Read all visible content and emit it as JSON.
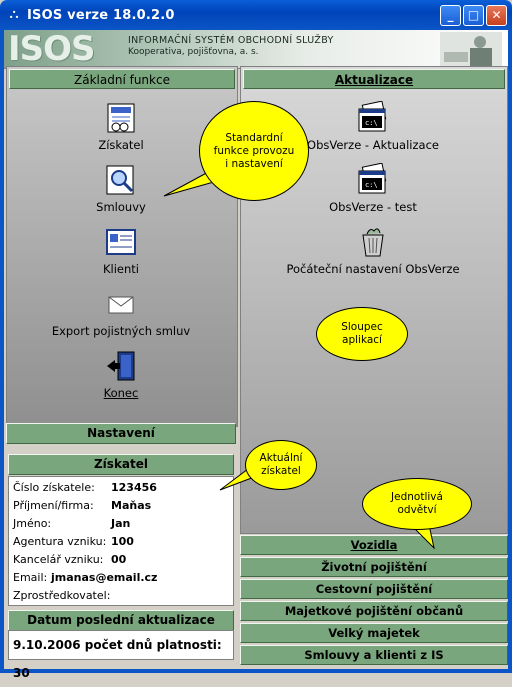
{
  "window": {
    "title": "ISOS  verze 18.0.2.0",
    "buttons": [
      "minimize",
      "maximize",
      "close"
    ]
  },
  "banner": {
    "logo": "ISOS",
    "title": "INFORMAČNÍ SYSTÉM OBCHODNÍ SLUŽBY",
    "subtitle": "Kooperativa, pojišťovna, a. s."
  },
  "left_panel": {
    "header": "Základní funkce",
    "items": [
      {
        "label": "Získatel",
        "icon": "notebook-icon"
      },
      {
        "label": "Smlouvy",
        "icon": "magnifier-document-icon"
      },
      {
        "label": "Klienti",
        "icon": "card-icon"
      },
      {
        "label": "Export pojistných smluv",
        "icon": "envelope-icon"
      },
      {
        "label": "Konec",
        "icon": "exit-door-icon"
      }
    ]
  },
  "right_panel": {
    "header": "Aktualizace",
    "items": [
      {
        "label": "ObsVerze - Aktualizace",
        "icon": "cmd-window-icon"
      },
      {
        "label": "ObsVerze - test",
        "icon": "cmd-window-icon"
      },
      {
        "label": "Počáteční nastavení ObsVerze",
        "icon": "recycle-bin-icon"
      }
    ]
  },
  "nastaveni": {
    "label": "Nastavení"
  },
  "ziskatel": {
    "header": "Získatel",
    "rows": [
      {
        "label": "Číslo získatele:",
        "value": "123456"
      },
      {
        "label": "Příjmení/firma:",
        "value": "Maňas"
      },
      {
        "label": "Jméno:",
        "value": "Jan"
      },
      {
        "label": "Agentura vzniku:",
        "value": "100"
      },
      {
        "label": "Kancelář vzniku:",
        "value": "00"
      },
      {
        "label": "Email:",
        "value": "jmanas@email.cz"
      },
      {
        "label": "Zprostředkovatel:",
        "value": ""
      }
    ]
  },
  "aktualizace_datum": {
    "header": "Datum poslední aktualizace",
    "text": "9.10.2006 počet dnů platnosti: 30"
  },
  "nav_buttons": [
    "Vozidla",
    "Životní pojištění",
    "Cestovní pojištění",
    "Majetkové pojištění občanů",
    "Velký majetek",
    "Smlouvy a klienti z IS"
  ],
  "callouts": {
    "standard": "Standardní funkce provozu i nastavení",
    "sloupec": "Sloupec aplikací",
    "aktualni": "Aktuální získatel",
    "odvetvi": "Jednotlivá odvětví"
  },
  "colors": {
    "title_bar": "#0a5fd8",
    "panel_header": "#7aa67d",
    "callout": "#ffff00"
  }
}
